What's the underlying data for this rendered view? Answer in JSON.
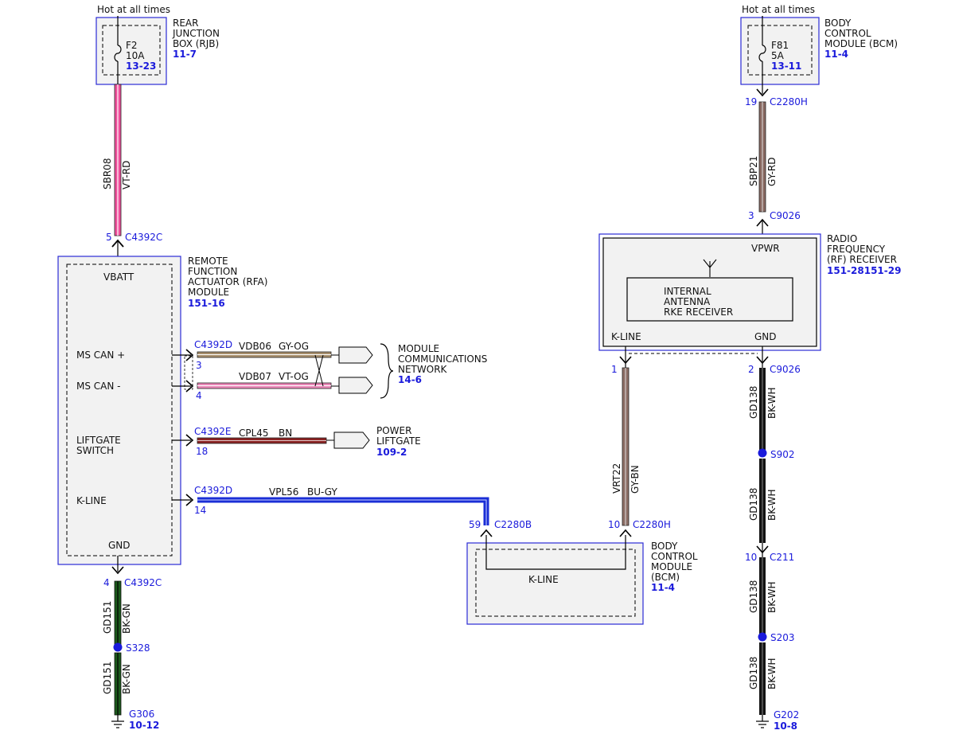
{
  "top": {
    "hot_left": "Hot at all times",
    "hot_right": "Hot at all times"
  },
  "rjb": {
    "fuse": "F2",
    "amps": "10A",
    "fuse_ref": "13-23",
    "label": [
      "REAR",
      "JUNCTION",
      "BOX (RJB)"
    ],
    "ref": "11-7"
  },
  "bcm_fuse": {
    "fuse": "F81",
    "amps": "5A",
    "fuse_ref": "13-11",
    "label": [
      "BODY",
      "CONTROL",
      "MODULE (BCM)"
    ],
    "ref": "11-4"
  },
  "wire_sbr08": {
    "circuit": "SBR08",
    "color_code": "VT-RD",
    "pin": "5",
    "connector": "C4392C"
  },
  "wire_sbp21": {
    "pin_top": "19",
    "conn_top": "C2280H",
    "circuit": "SBP21",
    "color_code": "GY-RD",
    "pin_bottom": "3",
    "conn_bottom": "C9026"
  },
  "rfa": {
    "label": [
      "REMOTE",
      "FUNCTION",
      "ACTUATOR (RFA)",
      "MODULE"
    ],
    "ref": "151-16",
    "pins": {
      "vbatt": "VBATT",
      "mscan_plus": "MS CAN +",
      "mscan_minus": "MS CAN -",
      "liftgate_1": "LIFTGATE",
      "liftgate_2": "SWITCH",
      "kline": "K-LINE",
      "gnd": "GND"
    }
  },
  "mscan_plus": {
    "connector": "C4392D",
    "pin": "3",
    "circuit": "VDB06",
    "color_code": "GY-OG"
  },
  "mscan_minus": {
    "pin": "4",
    "circuit": "VDB07",
    "color_code": "VT-OG"
  },
  "network": {
    "label": [
      "MODULE",
      "COMMUNICATIONS",
      "NETWORK"
    ],
    "ref": "14-6"
  },
  "liftgate_wire": {
    "connector": "C4392E",
    "pin": "18",
    "circuit": "CPL45",
    "color_code": "BN"
  },
  "power_liftgate": {
    "label": [
      "POWER",
      "LIFTGATE"
    ],
    "ref": "109-2"
  },
  "kline_wire": {
    "connector": "C4392D",
    "pin": "14",
    "circuit": "VPL56",
    "color_code": "BU-GY"
  },
  "bcm_bottom": {
    "pin_left": "59",
    "conn_left": "C2280B",
    "pin_right": "10",
    "conn_right": "C2280H",
    "inner": "K-LINE",
    "label": [
      "BODY",
      "CONTROL",
      "MODULE",
      "(BCM)"
    ],
    "ref": "11-4"
  },
  "rf": {
    "label": [
      "RADIO",
      "FREQUENCY",
      "(RF) RECEIVER"
    ],
    "ref": "151-28151-29",
    "vpwr": "VPWR",
    "inner": [
      "INTERNAL",
      "ANTENNA",
      "RKE RECEIVER"
    ],
    "kline": "K-LINE",
    "gnd": "GND"
  },
  "vrt22": {
    "pin": "1",
    "circuit": "VRT22",
    "color_code": "GY-BN"
  },
  "gd151": {
    "pin": "4",
    "connector": "C4392C",
    "circuit_1": "GD151",
    "color_1": "BK-GN",
    "splice": "S328",
    "circuit_2": "GD151",
    "color_2": "BK-GN",
    "ground": "G306",
    "ground_ref": "10-12"
  },
  "gd138": {
    "pin": "2",
    "connector": "C9026",
    "c1": "GD138",
    "col1": "BK-WH",
    "splice1": "S902",
    "c2": "GD138",
    "col2": "BK-WH",
    "pin2": "10",
    "conn2": "C211",
    "c3": "GD138",
    "col3": "BK-WH",
    "splice2": "S203",
    "c4": "GD138",
    "col4": "BK-WH",
    "ground": "G202",
    "ground_ref": "10-8"
  },
  "colors": {
    "vt_rd": "#ee4f9a",
    "gy_rd": "#8a6a62",
    "gy_og": "#a8906e",
    "vt_og": "#ea88b8",
    "bn": "#8b2323",
    "bu_gy": "#1a2ed6",
    "gy_bn": "#8d6f66",
    "bk_gn": "#1c5a1c",
    "bk_wh": "#141414",
    "outline_blue": "#2b2bd6",
    "box_fill": "#f2f2f2"
  }
}
